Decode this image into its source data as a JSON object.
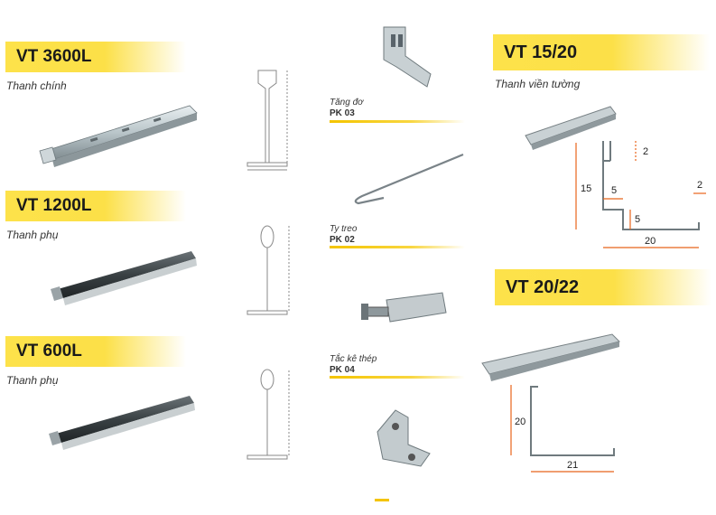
{
  "products": [
    {
      "code": "VT 3600L",
      "subtitle": "Thanh chính"
    },
    {
      "code": "VT 1200L",
      "subtitle": "Thanh phụ"
    },
    {
      "code": "VT 600L",
      "subtitle": "Thanh phụ"
    }
  ],
  "accessories": [
    {
      "name": "Tăng đơ",
      "code": "PK 03"
    },
    {
      "name": "Ty treo",
      "code": "PK 02"
    },
    {
      "name": "Tắc kê thép",
      "code": "PK 04"
    }
  ],
  "angle_profiles": [
    {
      "code": "VT 15/20",
      "subtitle": "Thanh viền tường",
      "dims": {
        "top_lip": "2",
        "height": "15",
        "step_width": "5",
        "step_height": "5",
        "right_lip": "2",
        "base": "20"
      }
    },
    {
      "code": "VT 20/22",
      "subtitle": "",
      "dims": {
        "height": "20",
        "base": "21"
      }
    }
  ],
  "colors": {
    "banner": "#fce048",
    "dimension": "#e8641b",
    "metal": "#9aa3a8"
  }
}
